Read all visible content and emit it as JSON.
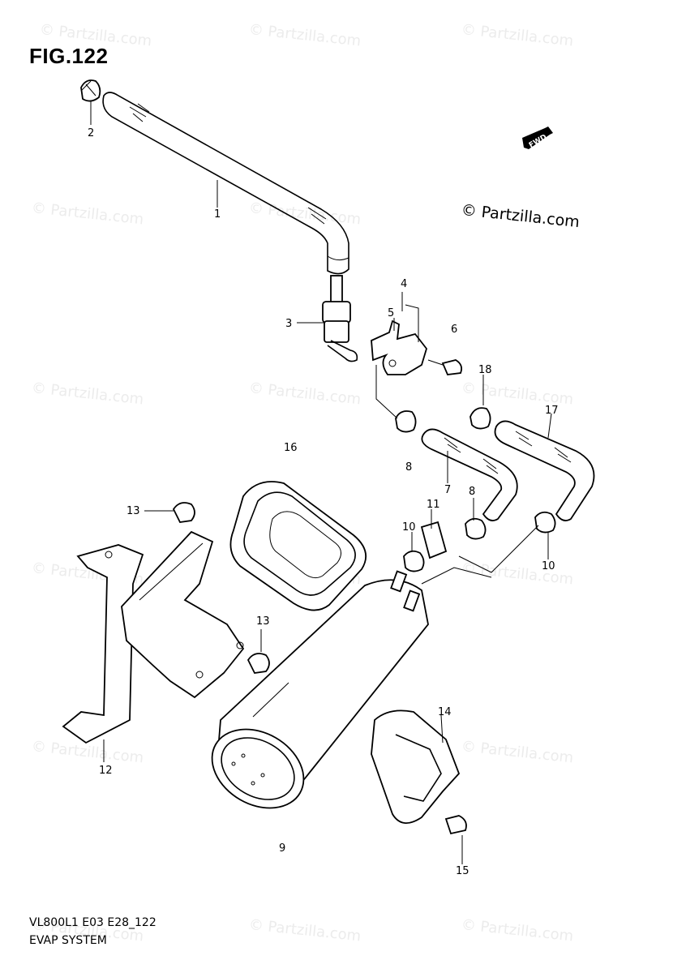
{
  "figure": {
    "title": "FIG.122",
    "code": "VL800L1 E03 E28_122",
    "name": "EVAP SYSTEM"
  },
  "watermark": {
    "text": "© Partzilla.com",
    "main_text": "© Partzilla.com"
  },
  "fwd_label": "FWD",
  "callouts": [
    "1",
    "2",
    "3",
    "4",
    "5",
    "6",
    "7",
    "8",
    "8",
    "9",
    "10",
    "10",
    "11",
    "12",
    "13",
    "13",
    "14",
    "15",
    "16",
    "17",
    "18"
  ]
}
